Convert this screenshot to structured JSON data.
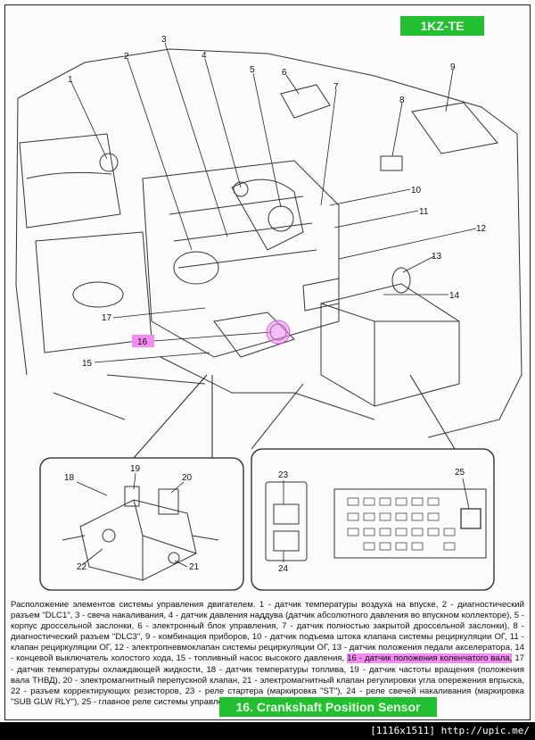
{
  "engine_label": "1KZ-TE",
  "highlight_label": "16. Crankshaft Position Sensor",
  "callouts": [
    "1",
    "2",
    "3",
    "4",
    "5",
    "6",
    "7",
    "8",
    "9",
    "10",
    "11",
    "12",
    "13",
    "14",
    "15",
    "16",
    "17",
    "18",
    "19",
    "20",
    "21",
    "22",
    "23",
    "24",
    "25"
  ],
  "highlighted_callout": "16",
  "caption": {
    "before": "Расположение элементов системы управления двигателем. 1 - датчик температуры воздуха на впуске, 2 - диагностический разъем \"DLC1\", 3 - свеча накаливания, 4 - датчик давления наддува (датчик абсолютного давления во впускном коллекторе), 5 - корпус дроссельной заслонки, 6 - электронный блок управления, 7 - датчик полностью закрытой дроссельной заслонки), 8 - диагностический разъем \"DLC3\", 9 - комбинация приборов, 10 - датчик подъема штока клапана системы рециркуляции ОГ, 11 - клапан рециркуляции ОГ, 12 - электропневмоклапан системы рециркуляции ОГ, 13 - датчик положения педали акселератора, 14 - концевой выключатель холостого хода, 15 - топливный насос высокого давления, ",
    "highlight": "16 - датчик положения коленчатого вала,",
    "after": " 17 - датчик температуры охлаждающей жидкости, 18 - датчик температуры топлива, 19 - датчик частоты вращения (положения вала ТНВД), 20 - электромагнитный перепускной клапан, 21 - электромагнитный клапан регулировки угла опережения впрыска, 22 - разъем корректирующих резисторов, 23 - реле стартера (маркировка \"ST\"), 24 - реле свечей накаливания (маркировка \"SUB GLW RLY\"), 25 - главное реле системы управления (ECD)."
  },
  "footer": "[1116x1511] http://upic.me/",
  "colors": {
    "highlight": "#f28cf2",
    "tag": "#22c030"
  }
}
